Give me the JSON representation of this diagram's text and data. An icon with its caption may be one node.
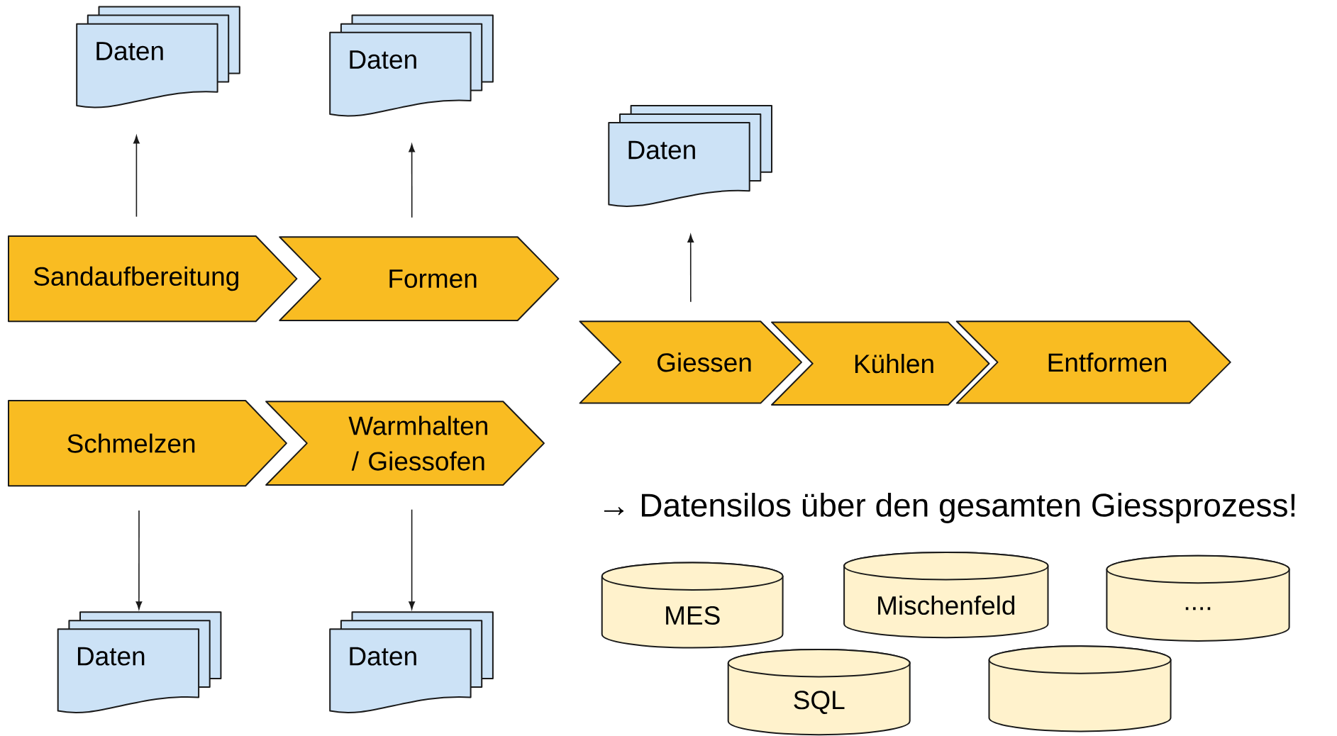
{
  "diagram": {
    "nodes": [
      {
        "text": [
          "Daten"
        ]
      },
      {
        "text": [
          "Daten"
        ]
      },
      {
        "text": [
          "Daten"
        ]
      },
      {
        "text": [
          "Sandaufbereitung"
        ]
      },
      {
        "text": [
          "Formen"
        ]
      },
      {
        "text": [
          "Giessen"
        ]
      },
      {
        "text": [
          "Kühlen"
        ]
      },
      {
        "text": [
          "Entformen"
        ]
      },
      {
        "text": [
          "Schmelzen"
        ]
      },
      {
        "text": [
          "Warmhalten / Giessofen"
        ]
      },
      {
        "text": [
          "Daten"
        ]
      },
      {
        "text": [
          "Daten"
        ]
      },
      {
        "text": [
          "MES"
        ]
      },
      {
        "text": [
          "Mischenfeld"
        ]
      },
      {
        "text": [
          "...."
        ]
      },
      {
        "text": [
          "SQL"
        ]
      },
      {
        "text": [],
        "shape": "cylinder"
      }
    ],
    "edges": [
      {
        "from": 3,
        "to": 0,
        "arrow": "to"
      },
      {
        "from": 4,
        "to": 1,
        "arrow": "to"
      },
      {
        "from": 5,
        "to": 2,
        "arrow": "to"
      },
      {
        "from": 8,
        "to": 10,
        "arrow": "to"
      },
      {
        "from": 9,
        "to": 11,
        "arrow": "to"
      }
    ],
    "labels": [
      "→ Datensilos über den gesamten Giessprozess!"
    ]
  }
}
